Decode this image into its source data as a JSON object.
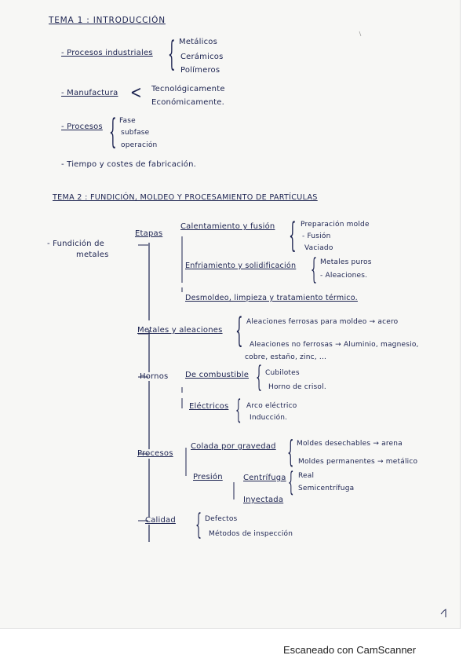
{
  "tema1": {
    "title": "TEMA 1 : INTRODUCCIÓN",
    "items": [
      {
        "label": "- Procesos industriales",
        "children": [
          "Metálicos",
          "Cerámicos",
          "Polímeros"
        ]
      },
      {
        "label": "- Manufactura",
        "children": [
          "Tecnológicamente",
          "Económicamente."
        ]
      },
      {
        "label": "- Procesos",
        "children": [
          "Fase",
          "subfase",
          "operación"
        ]
      },
      {
        "label": "- Tiempo y costes de fabricación."
      }
    ]
  },
  "tema2": {
    "title": "TEMA 2 : FUNDICIÓN, MOLDEO Y PROCESAMIENTO DE PARTÍCULAS",
    "root": [
      "- Fundición de",
      "metales"
    ],
    "etapas": {
      "label": "Etapas",
      "calentamiento": {
        "label": "Calentamiento y fusión",
        "children": [
          "Preparación molde",
          "- Fusión",
          "Vaciado"
        ]
      },
      "enfriamiento": {
        "label": "Enfriamiento y solidificación",
        "children": [
          "Metales puros",
          "- Aleaciones."
        ]
      },
      "desmoldeo": "Desmoldeo, limpieza y tratamiento térmico."
    },
    "metales": {
      "label": "Metales y aleaciones",
      "ferrosas": "Aleaciones ferrosas para moldeo → acero",
      "no_ferrosas": [
        "Aleaciones no ferrosas → Aluminio, magnesio,",
        "cobre, estaño, zinc, ..."
      ]
    },
    "hornos": {
      "label": "Hornos",
      "combustible": {
        "label": "De combustible",
        "children": [
          "Cubilotes",
          "Horno de crisol."
        ]
      },
      "electricos": {
        "label": "Eléctricos",
        "children": [
          "Arco eléctrico",
          "Inducción."
        ]
      }
    },
    "procesos": {
      "label": "Procesos",
      "colada": {
        "label": "Colada por gravedad",
        "children": [
          "Moldes desechables → arena",
          "Moldes permanentes → metálico"
        ]
      },
      "presion": {
        "label": "Presión",
        "centrifuga": {
          "label": "Centrífuga",
          "children": [
            "Real",
            "Semicentrífuga"
          ]
        },
        "inyectada": "Inyectada"
      }
    },
    "calidad": {
      "label": "Calidad",
      "children": [
        "Defectos",
        "Métodos de inspección"
      ]
    }
  },
  "page_number": "1",
  "footer": "Escaneado con CamScanner"
}
